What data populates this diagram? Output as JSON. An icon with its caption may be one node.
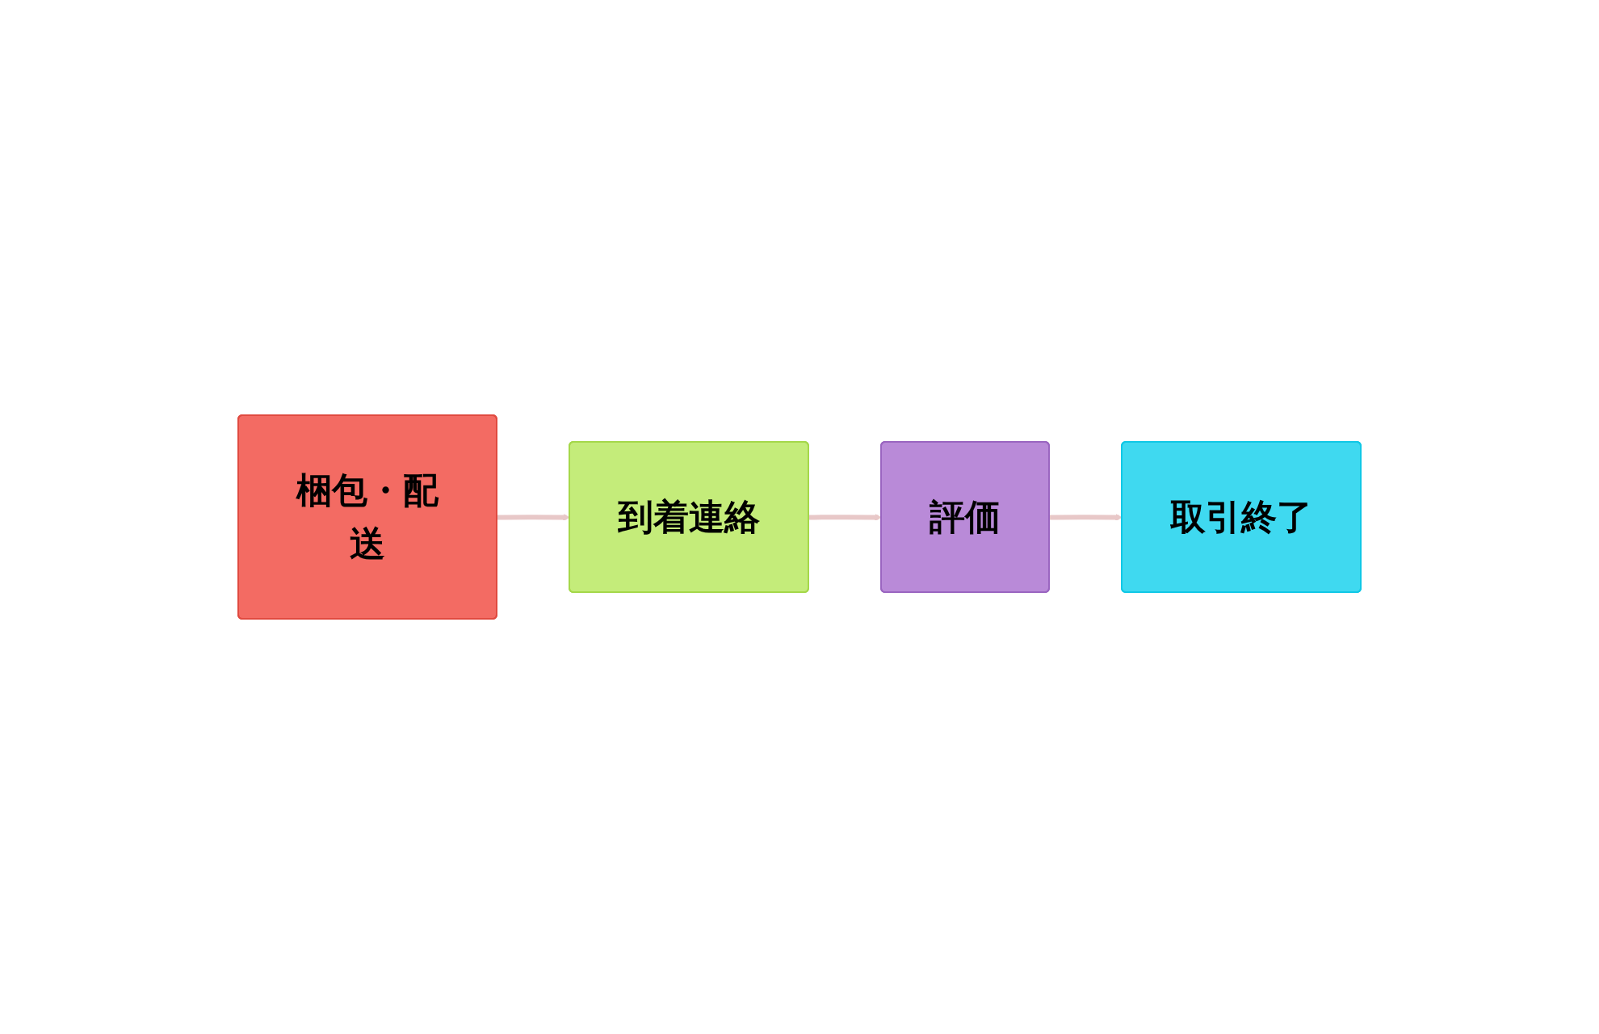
{
  "diagram": {
    "nodes": [
      {
        "text": [
          "梱包・配送"
        ]
      },
      {
        "text": [
          "到着連絡"
        ]
      },
      {
        "text": [
          "評価"
        ]
      },
      {
        "text": [
          "取引終了"
        ]
      }
    ],
    "edges": [
      {
        "from": 0,
        "to": 1,
        "arrow": "to"
      },
      {
        "from": 1,
        "to": 2,
        "arrow": "to"
      },
      {
        "from": 2,
        "to": 3,
        "arrow": "to"
      }
    ]
  }
}
